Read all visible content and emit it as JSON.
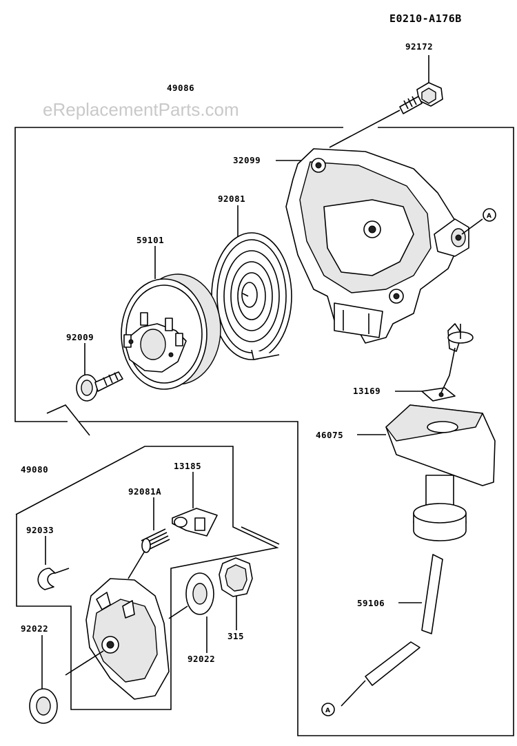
{
  "diagram_code": "E0210-A176B",
  "watermark": "eReplacementParts.com",
  "callout_ref": "A",
  "part_labels": {
    "p92172": "92172",
    "p49086": "49086",
    "p32099": "32099",
    "p92081": "92081",
    "p59101": "59101",
    "p92009": "92009",
    "p13169": "13169",
    "p46075": "46075",
    "p49080": "49080",
    "p13185": "13185",
    "p92081A": "92081A",
    "p92033": "92033",
    "p92022a": "92022",
    "p92022b": "92022",
    "p315": "315",
    "p59106": "59106"
  }
}
